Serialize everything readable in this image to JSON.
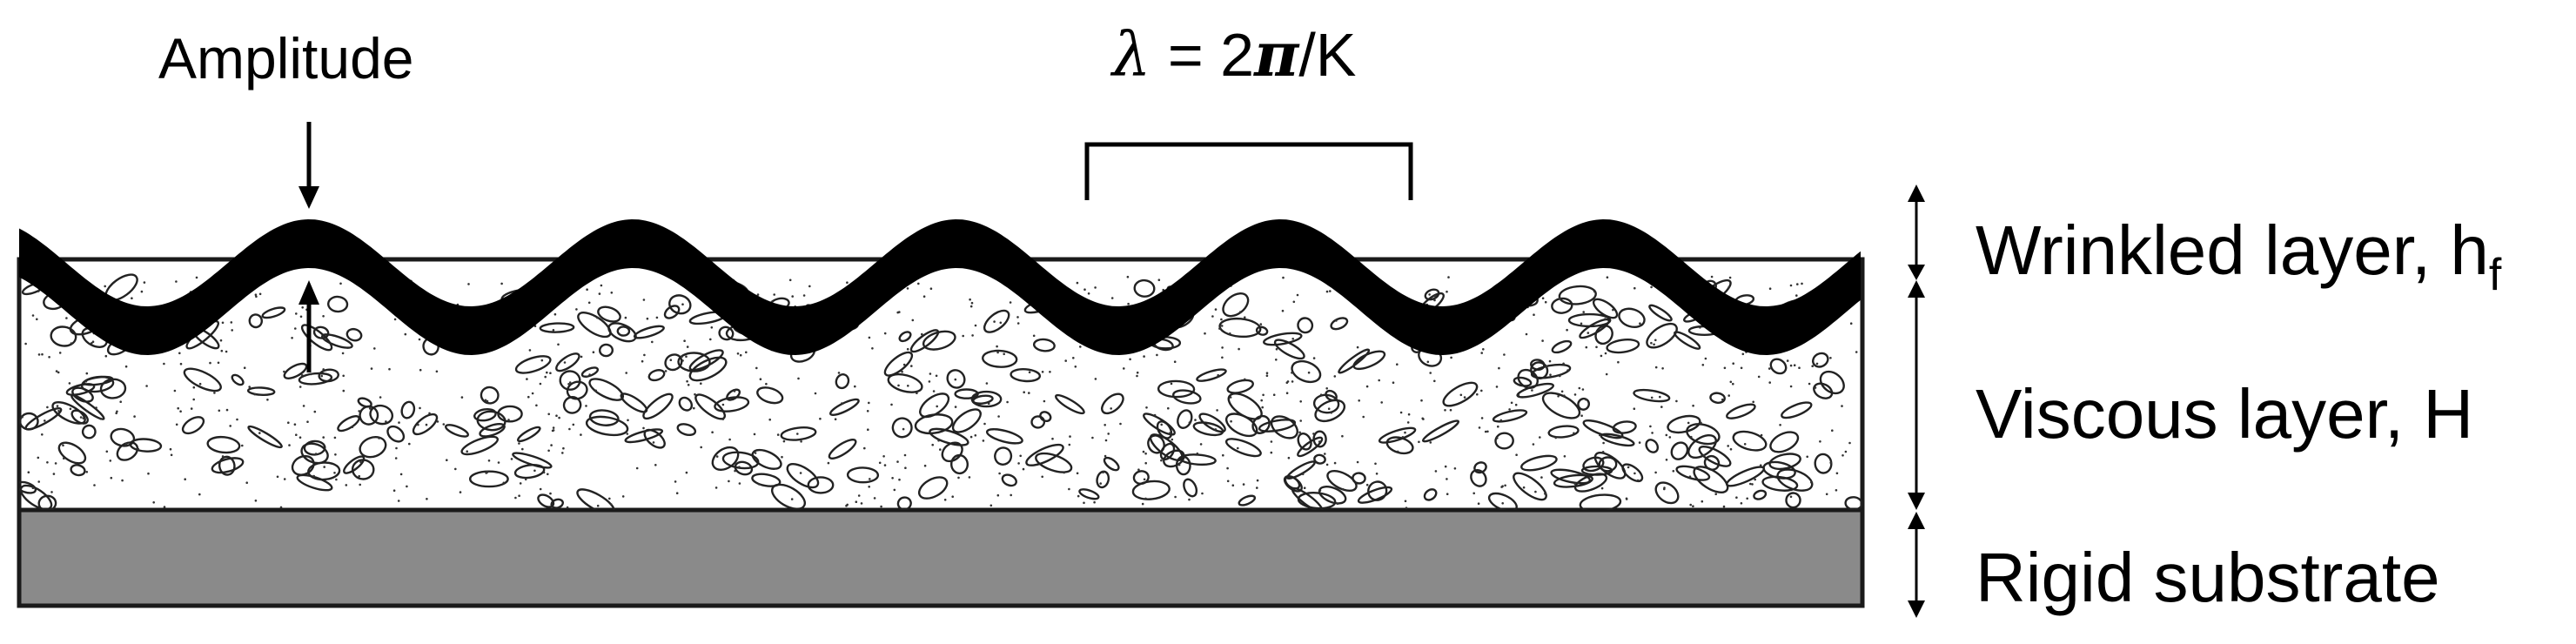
{
  "labels": {
    "amplitude": "Amplitude",
    "wavelength_symbol": "λ",
    "wavelength_eq": " = 2",
    "wavelength_pi": "π",
    "wavelength_den": "/K",
    "wrinkled": "Wrinkled layer, h",
    "wrinkled_sub": "f",
    "viscous": "Viscous layer, H",
    "rigid": "Rigid substrate"
  },
  "colors": {
    "wrinkled_layer": "#000000",
    "viscous_fill": "#ffffff",
    "substrate": "#8a8a8a",
    "outline": "#1a1a1a",
    "arrow": "#000000"
  }
}
